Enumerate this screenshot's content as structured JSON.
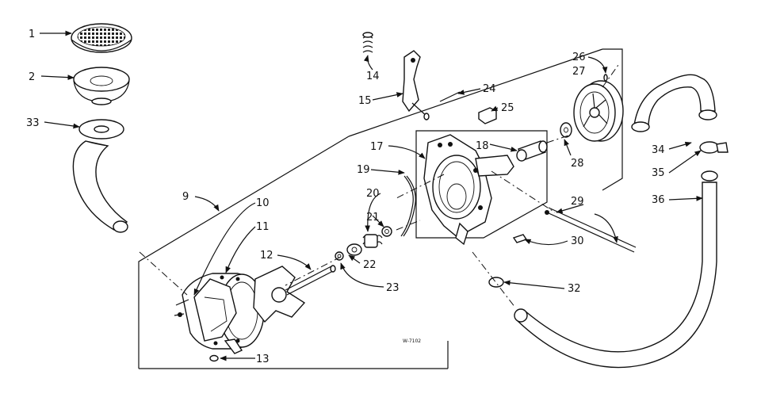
{
  "diagram": {
    "drawing_code": "W-7102",
    "callouts": [
      {
        "id": "c1",
        "label": "1"
      },
      {
        "id": "c2",
        "label": "2"
      },
      {
        "id": "c33",
        "label": "33"
      },
      {
        "id": "c9",
        "label": "9"
      },
      {
        "id": "c10",
        "label": "10"
      },
      {
        "id": "c11",
        "label": "11"
      },
      {
        "id": "c12",
        "label": "12"
      },
      {
        "id": "c13",
        "label": "13"
      },
      {
        "id": "c14",
        "label": "14"
      },
      {
        "id": "c15",
        "label": "15"
      },
      {
        "id": "c24",
        "label": "24"
      },
      {
        "id": "c25",
        "label": "25"
      },
      {
        "id": "c17",
        "label": "17"
      },
      {
        "id": "c18",
        "label": "18"
      },
      {
        "id": "c19",
        "label": "19"
      },
      {
        "id": "c20",
        "label": "20"
      },
      {
        "id": "c21",
        "label": "21"
      },
      {
        "id": "c22",
        "label": "22"
      },
      {
        "id": "c23",
        "label": "23"
      },
      {
        "id": "c26",
        "label": "26"
      },
      {
        "id": "c27",
        "label": "27"
      },
      {
        "id": "c28",
        "label": "28"
      },
      {
        "id": "c29",
        "label": "29"
      },
      {
        "id": "c30",
        "label": "30"
      },
      {
        "id": "c32",
        "label": "32"
      },
      {
        "id": "c34",
        "label": "34"
      },
      {
        "id": "c35",
        "label": "35"
      },
      {
        "id": "c36",
        "label": "36"
      }
    ]
  }
}
